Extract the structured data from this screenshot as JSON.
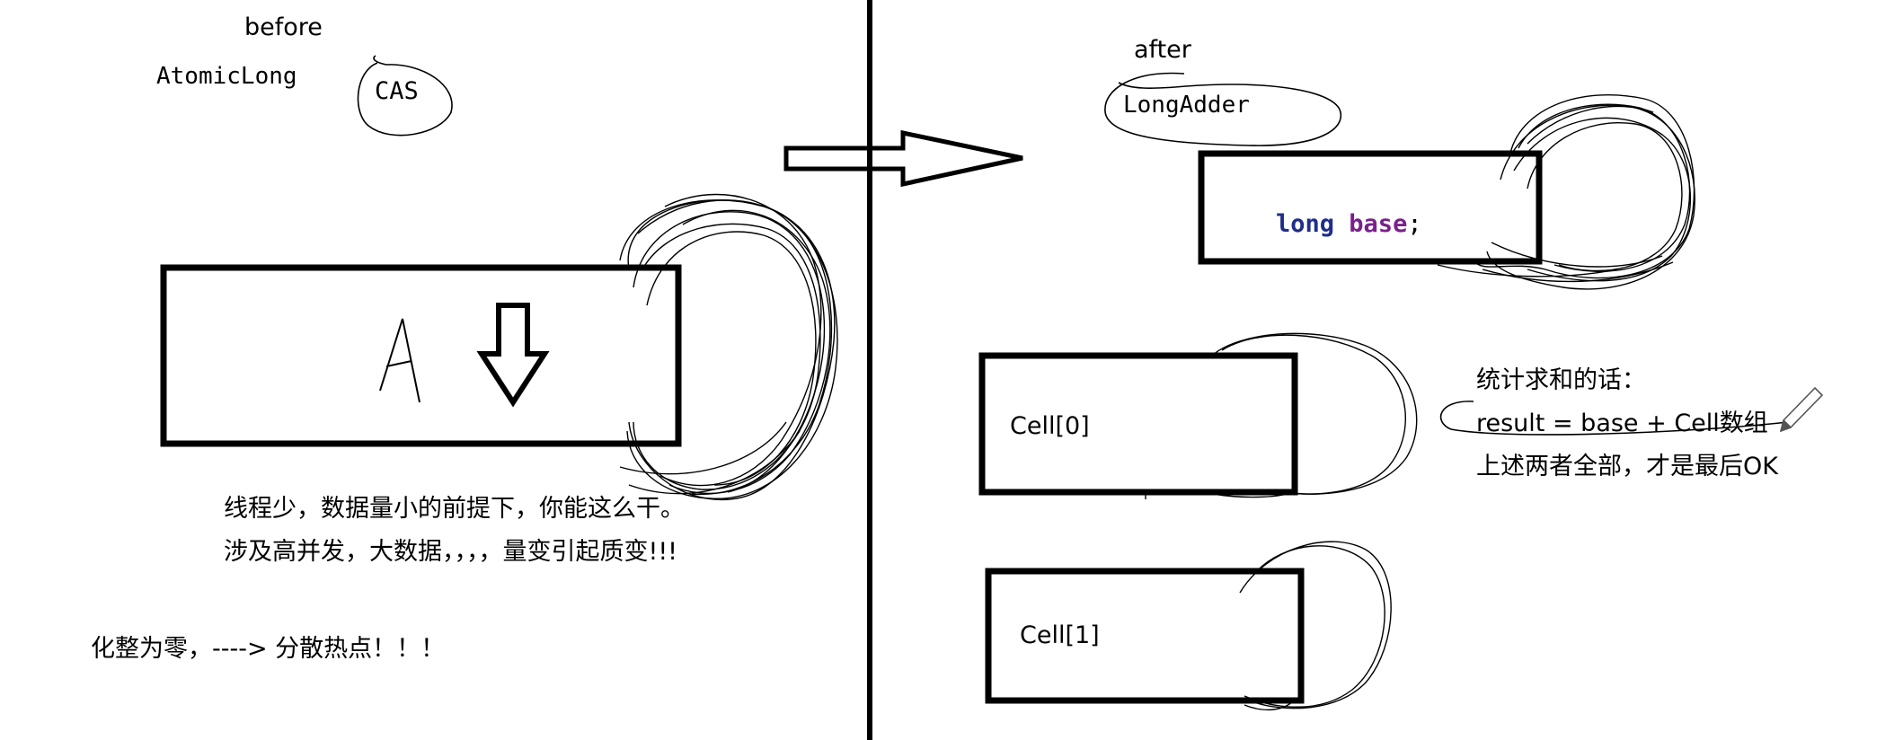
{
  "left": {
    "before_label": "before",
    "atomic_label": "AtomicLong",
    "cas_label": "CAS",
    "box_letter": "A",
    "note_line1": "线程少，数据量小的前提下，你能这么干。",
    "note_line2": "涉及高并发，大数据，，，，量变引起质变!!!",
    "motto": "化整为零，----> 分散热点！！！"
  },
  "right": {
    "after_label": "after",
    "adder_label": "LongAdder",
    "code_keyword": "long",
    "code_var": "base",
    "code_end": ";",
    "cell0": "Cell[0]",
    "cell1": "Cell[1]",
    "sum_line1": "统计求和的话：",
    "sum_line2": "result = base + Cell数组",
    "sum_line3": "上述两者全部，才是最后OK"
  }
}
